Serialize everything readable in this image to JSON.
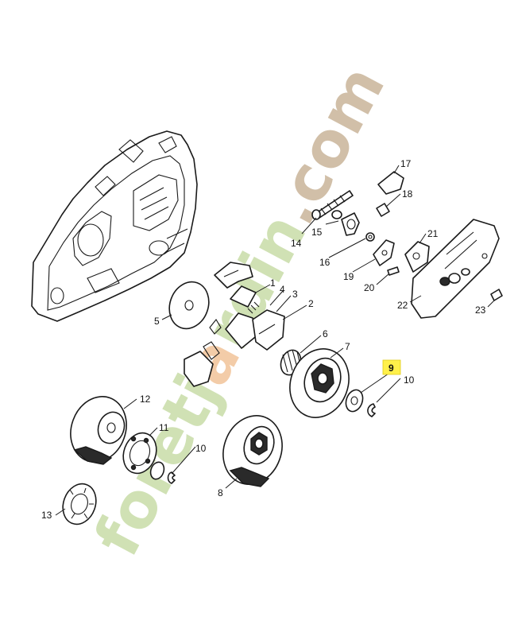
{
  "colors": {
    "line": "#1a1a1a",
    "highlight": "#fff04a",
    "watermark_green": "#c8dca8",
    "watermark_orange": "#f2c49a",
    "watermark_brown": "#c9b59a",
    "callout_15": "#5b8a2a"
  },
  "highlighted_part": "9",
  "callouts": [
    {
      "id": "1",
      "label": "1"
    },
    {
      "id": "2",
      "label": "2"
    },
    {
      "id": "3",
      "label": "3"
    },
    {
      "id": "4",
      "label": "4"
    },
    {
      "id": "5",
      "label": "5"
    },
    {
      "id": "6",
      "label": "6"
    },
    {
      "id": "7",
      "label": "7"
    },
    {
      "id": "8",
      "label": "8"
    },
    {
      "id": "9",
      "label": "9"
    },
    {
      "id": "10",
      "label": "10"
    },
    {
      "id": "10b",
      "label": "10"
    },
    {
      "id": "11",
      "label": "11"
    },
    {
      "id": "12",
      "label": "12"
    },
    {
      "id": "13",
      "label": "13"
    },
    {
      "id": "14",
      "label": "14"
    },
    {
      "id": "15",
      "label": "15"
    },
    {
      "id": "16",
      "label": "16"
    },
    {
      "id": "17",
      "label": "17"
    },
    {
      "id": "18",
      "label": "18"
    },
    {
      "id": "19",
      "label": "19"
    },
    {
      "id": "20",
      "label": "20"
    },
    {
      "id": "21",
      "label": "21"
    },
    {
      "id": "22",
      "label": "22"
    },
    {
      "id": "23",
      "label": "23"
    }
  ],
  "watermark": {
    "part1": "foretj",
    "part2": "a",
    "part3": "rdin",
    "part4": ".com"
  }
}
